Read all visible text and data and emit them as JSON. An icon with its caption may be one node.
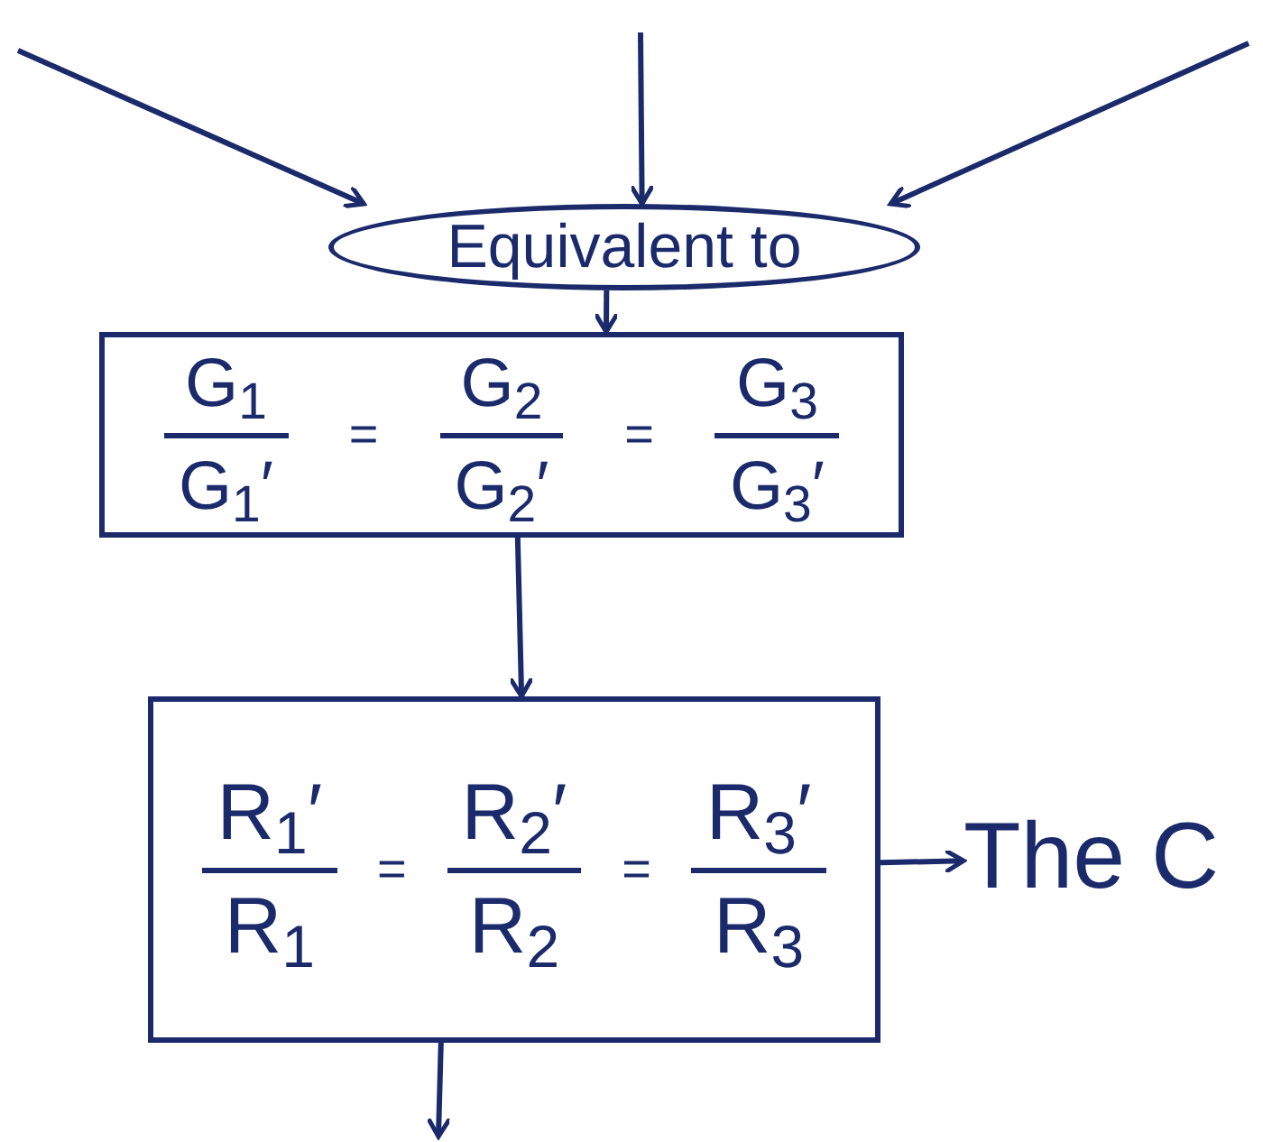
{
  "diagram": {
    "nodes": [
      {
        "text": [
          "Equivalent to"
        ]
      },
      {
        "text": [
          "G$_{1}$",
          "G$_{1}$′",
          "=",
          "G$_{2}$",
          "G$_{2}$′",
          "=",
          "G$_{3}$",
          "G$_{3}$′"
        ]
      },
      {
        "text": [
          "R$_{1}$′",
          "R$_{1}$",
          "=",
          "R$_{2}$′",
          "R$_{2}$",
          "=",
          "R$_{3}$′",
          "R$_{3}$"
        ]
      },
      {
        "text": [
          "The C"
        ]
      }
    ],
    "edges": [
      {
        "from": null,
        "to": 0,
        "arrow": "to"
      },
      {
        "from": null,
        "to": 0,
        "arrow": "to"
      },
      {
        "from": null,
        "to": 0,
        "arrow": "to"
      },
      {
        "from": 0,
        "to": 1,
        "arrow": "to"
      },
      {
        "from": 1,
        "to": 2,
        "arrow": "to"
      },
      {
        "from": 2,
        "to": 3,
        "arrow": "to"
      },
      {
        "from": 2,
        "to": null,
        "arrow": "to"
      }
    ]
  }
}
